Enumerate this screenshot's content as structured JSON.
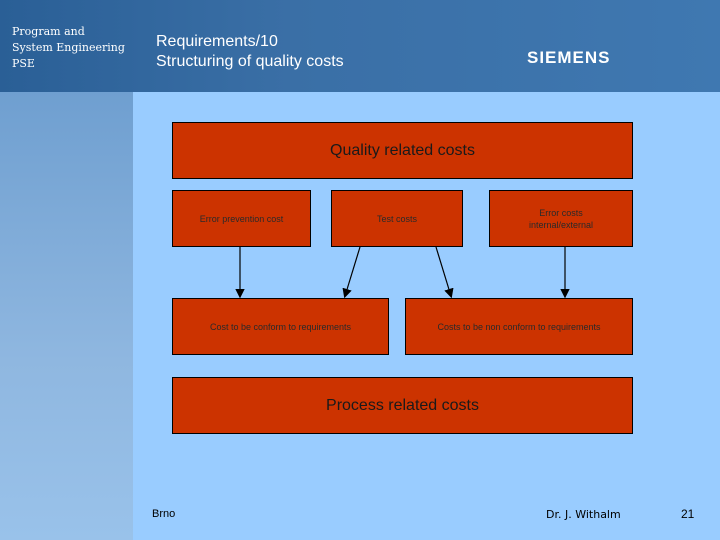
{
  "header": {
    "program_line1": "Program and",
    "program_line2": "System Engineering",
    "program_line3": "PSE",
    "title_line1": "Requirements/10",
    "title_line2": "Structuring of quality costs",
    "logo": "SIEMENS"
  },
  "diagram": {
    "quality_related_costs": "Quality related costs",
    "error_prevention_cost": "Error prevention cost",
    "test_costs": "Test costs",
    "error_costs_line1": "Error costs",
    "error_costs_line2": "internal/external",
    "cost_conform": "Cost to be conform to requirements",
    "costs_non_conform": "Costs to be non conform to requirements",
    "process_related_costs": "Process related costs"
  },
  "footer": {
    "location": "Brno",
    "author": "Dr. J. Withalm",
    "page_number": "21"
  },
  "colors": {
    "background": "#99ccff",
    "header": "#3a6fa6",
    "box_fill": "#cc3300"
  }
}
